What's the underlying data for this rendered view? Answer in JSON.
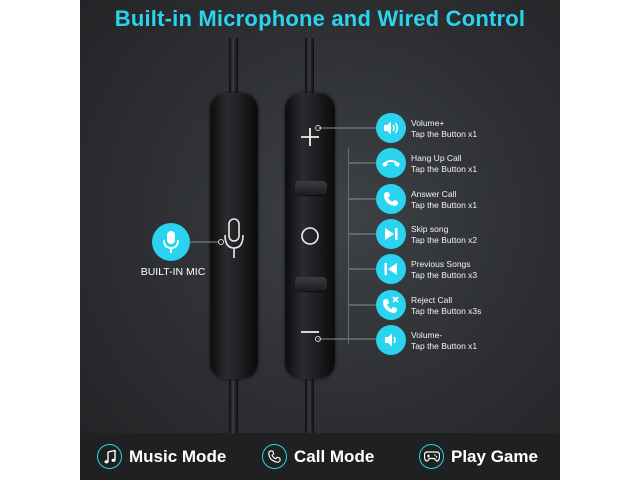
{
  "title": "Built-in Microphone and Wired Control",
  "mic": {
    "label": "BUILT-IN MIC",
    "icon": "microphone-icon"
  },
  "remote_buttons": [
    {
      "symbol": "+",
      "icon": "plus-icon"
    },
    {
      "symbol": "○",
      "icon": "circle-icon"
    },
    {
      "symbol": "—",
      "icon": "minus-icon"
    }
  ],
  "features": [
    {
      "name": "Volume+",
      "action": "Tap the Button x1",
      "icon": "volume-up-icon"
    },
    {
      "name": "Hang Up Call",
      "action": "Tap the Button x1",
      "icon": "hang-up-icon"
    },
    {
      "name": "Answer Call",
      "action": "Tap the Button x1",
      "icon": "answer-call-icon"
    },
    {
      "name": "Skip song",
      "action": "Tap the Button x2",
      "icon": "skip-next-icon"
    },
    {
      "name": "Previous Songs",
      "action": "Tap the Button x3",
      "icon": "skip-previous-icon"
    },
    {
      "name": "Reject Call",
      "action": "Tap the Button x3s",
      "icon": "reject-call-icon"
    },
    {
      "name": "Volume-",
      "action": "Tap the Button x1",
      "icon": "volume-down-icon"
    }
  ],
  "modes": [
    {
      "label": "Music Mode",
      "icon": "music-note-icon"
    },
    {
      "label": "Call Mode",
      "icon": "phone-icon"
    },
    {
      "label": "Play Game",
      "icon": "gamepad-icon"
    }
  ],
  "colors": {
    "accent": "#2ad4ee",
    "background": "#2c2e31",
    "bar": "#1f2022",
    "text": "#ffffff"
  }
}
